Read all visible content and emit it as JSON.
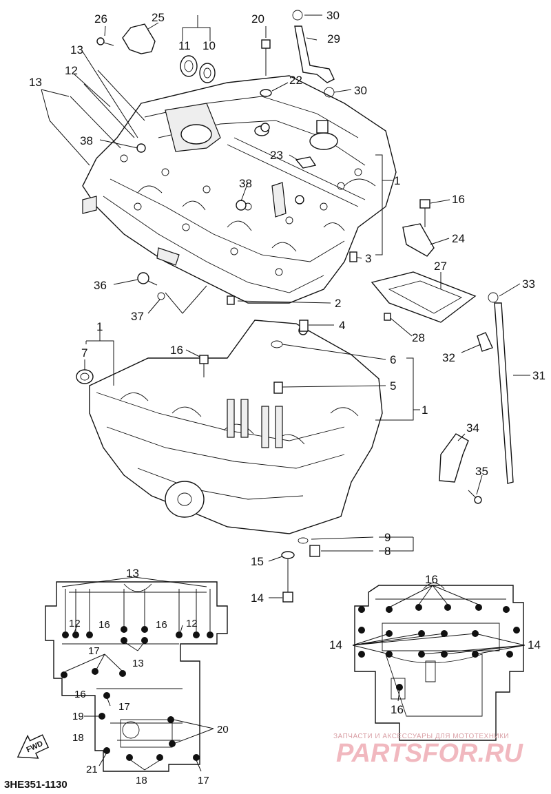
{
  "diagram": {
    "code": "3HE351-1130",
    "forward_label": "FWD",
    "watermark": {
      "top": "ЗАПЧАСТИ И АКСЕССУАРЫ ДЛЯ МОТОТЕХНИКИ",
      "brand": "PARTSFOR.RU"
    },
    "callouts": [
      {
        "id": "c26",
        "text": "26"
      },
      {
        "id": "c25",
        "text": "25"
      },
      {
        "id": "c11",
        "text": "11"
      },
      {
        "id": "c10",
        "text": "10"
      },
      {
        "id": "c20",
        "text": "20"
      },
      {
        "id": "c30a",
        "text": "30"
      },
      {
        "id": "c29",
        "text": "29"
      },
      {
        "id": "c13a",
        "text": "13"
      },
      {
        "id": "c12a",
        "text": "12"
      },
      {
        "id": "c13b",
        "text": "13"
      },
      {
        "id": "c22",
        "text": "22"
      },
      {
        "id": "c30b",
        "text": "30"
      },
      {
        "id": "c38a",
        "text": "38"
      },
      {
        "id": "c23",
        "text": "23"
      },
      {
        "id": "c1a",
        "text": "1"
      },
      {
        "id": "c38b",
        "text": "38"
      },
      {
        "id": "c16a",
        "text": "16"
      },
      {
        "id": "c24",
        "text": "24"
      },
      {
        "id": "c3",
        "text": "3"
      },
      {
        "id": "c27",
        "text": "27"
      },
      {
        "id": "c36",
        "text": "36"
      },
      {
        "id": "c33",
        "text": "33"
      },
      {
        "id": "c2",
        "text": "2"
      },
      {
        "id": "c37",
        "text": "37"
      },
      {
        "id": "c4",
        "text": "4"
      },
      {
        "id": "c28",
        "text": "28"
      },
      {
        "id": "c1b",
        "text": "1"
      },
      {
        "id": "c16b",
        "text": "16"
      },
      {
        "id": "c6",
        "text": "6"
      },
      {
        "id": "c32",
        "text": "32"
      },
      {
        "id": "c7",
        "text": "7"
      },
      {
        "id": "c31",
        "text": "31"
      },
      {
        "id": "c5",
        "text": "5"
      },
      {
        "id": "c1c",
        "text": "1"
      },
      {
        "id": "c34",
        "text": "34"
      },
      {
        "id": "c35",
        "text": "35"
      },
      {
        "id": "c9",
        "text": "9"
      },
      {
        "id": "c8",
        "text": "8"
      },
      {
        "id": "c15",
        "text": "15"
      },
      {
        "id": "c14a",
        "text": "14"
      }
    ],
    "lower_left": {
      "labels": [
        {
          "id": "l13a",
          "text": "13"
        },
        {
          "id": "l12a",
          "text": "12"
        },
        {
          "id": "l16a",
          "text": "16"
        },
        {
          "id": "l16b",
          "text": "16"
        },
        {
          "id": "l12b",
          "text": "12"
        },
        {
          "id": "l17a",
          "text": "17"
        },
        {
          "id": "l13b",
          "text": "13"
        },
        {
          "id": "l16c",
          "text": "16"
        },
        {
          "id": "l17b",
          "text": "17"
        },
        {
          "id": "l19",
          "text": "19"
        },
        {
          "id": "l18a",
          "text": "18"
        },
        {
          "id": "l20",
          "text": "20"
        },
        {
          "id": "l21",
          "text": "21"
        },
        {
          "id": "l18b",
          "text": "18"
        },
        {
          "id": "l17c",
          "text": "17"
        }
      ]
    },
    "lower_right": {
      "labels": [
        {
          "id": "r16a",
          "text": "16"
        },
        {
          "id": "r14a",
          "text": "14"
        },
        {
          "id": "r14b",
          "text": "14"
        },
        {
          "id": "r16b",
          "text": "16"
        }
      ]
    }
  }
}
